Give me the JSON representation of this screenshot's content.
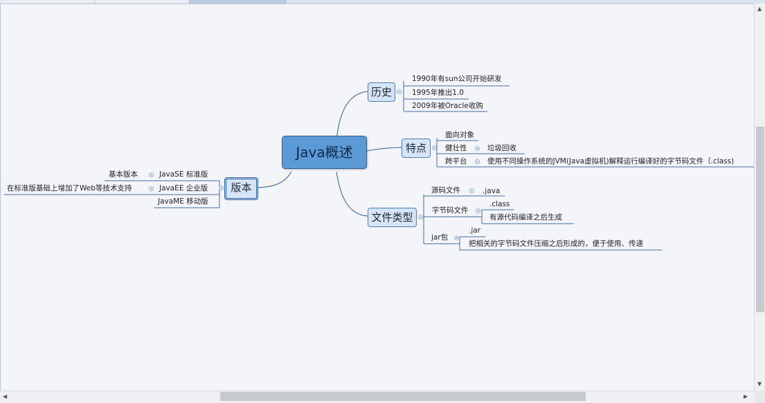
{
  "root": "Java概述",
  "history": {
    "label": "历史",
    "items": [
      "1990年有sun公司开始研发",
      "1995年推出1.0",
      "2009年被Oracle收购"
    ]
  },
  "features": {
    "label": "特点",
    "oop": "面向对象",
    "robust": "健壮性",
    "gc": "垃圾回收",
    "cross": "跨平台",
    "jvm": "使用不同操作系统的JVM(Java虚拟机)解释运行编译好的字节码文件（.class)"
  },
  "filetypes": {
    "label": "文件类型",
    "source": "源码文件",
    "java": ".java",
    "bytecode": "字节码文件",
    "class": ".class",
    "class_desc": "有源代码编译之后生成",
    "jar": "jar包",
    "jar_ext": ".jar",
    "jar_desc": "把相关的字节码文件压缩之后形成的，便于使用、传递"
  },
  "versions": {
    "label": "版本",
    "se": "JavaSE 标准版",
    "se_note": "基本版本",
    "ee": "JavaEE 企业版",
    "ee_note": "在标准版基础上增加了Web等技术支持",
    "me": "JavaME 移动版"
  },
  "colors": {
    "root_fill": "#5b9ad6",
    "branch_fill": "#d6e4f7",
    "link": "#2b5d8c",
    "underline": "#3f6d9e"
  }
}
